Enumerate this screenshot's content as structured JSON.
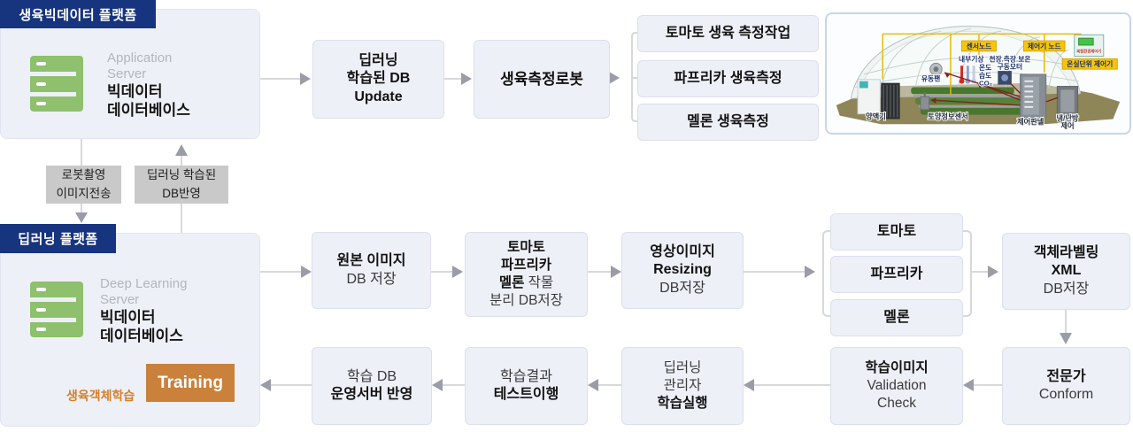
{
  "platform_bigdata": {
    "badge": "생육빅데이터 플랫폼",
    "server_type": "Application Server",
    "server_name_line1": "빅데이터",
    "server_name_line2": "데이터베이스"
  },
  "platform_deep": {
    "badge": "딥러닝 플랫폼",
    "server_type": "Deep Learning Server",
    "server_name_line1": "빅데이터",
    "server_name_line2": "데이터베이스",
    "training_label": "Training",
    "loop_label": "생육객체학습"
  },
  "transfer": {
    "down_line1": "로봇촬영",
    "down_line2": "이미지전송",
    "up_line1": "딥러닝 학습된",
    "up_line2": "DB반영"
  },
  "flow_top": {
    "db_update_l1": "딥러닝",
    "db_update_l2": "학습된 DB",
    "db_update_l3": "Update",
    "robot": "생육측정로봇",
    "task1": "토마토 생육 측정작업",
    "task2": "파프리카 생육측정",
    "task3": "멜론 생육측정"
  },
  "flow_mid": {
    "original_l1": "원본 이미지",
    "original_l2": "DB 저장",
    "separate_l1": "토마토",
    "separate_l2": "파프리카",
    "separate_l3_bold": "멜론",
    "separate_l3_rest": " 작물",
    "separate_l4": "분리 DB저장",
    "resize_l1": "영상이미지",
    "resize_l2": "Resizing",
    "resize_l3": "DB저장",
    "crop1": "토마토",
    "crop2": "파프리카",
    "crop3": "멜론",
    "label_l1": "객체라벨링",
    "label_l2": "XML",
    "label_l3": "DB저장"
  },
  "flow_bottom": {
    "deploy_l1": "학습 DB",
    "deploy_l2": "운영서버 반영",
    "test_l1": "학습결과",
    "test_l2": "테스트이행",
    "exec_l1": "딥러닝",
    "exec_l2": "관리자",
    "exec_l3": "학습실행",
    "valid_l1": "학습이미지",
    "valid_l2": "Validation",
    "valid_l3": "Check",
    "expert_l1": "전문가",
    "expert_l2": "Conform"
  },
  "greenhouse": {
    "sensor_node": "센서노드",
    "controller_node": "제어기 노드",
    "unit_controller": "온실단위 제어기",
    "device_caption": "복합환경제어기",
    "inner_weather": "내부기상",
    "motor_line1": "천장.측장.보온",
    "motor_line2": "구동모터",
    "fan": "유동팬",
    "temp": "온도",
    "humidity": "습도",
    "co2": "CO₂",
    "nutrient": "양액기",
    "soil_sensor": "토양정보센서",
    "control_panel": "제어판넬",
    "hvac_line1": "냉/난방",
    "hvac_line2": "제어"
  },
  "colors": {
    "navy_badge": "#17347e",
    "box_fill": "#eef0f8",
    "orange": "#c9813b",
    "server_green": "#8ec06d",
    "line_gray": "#d8d8dc",
    "arrow_gray": "#9b9da6",
    "loop_slate": "#55676f",
    "chip_yellow": "#f6c50a"
  }
}
